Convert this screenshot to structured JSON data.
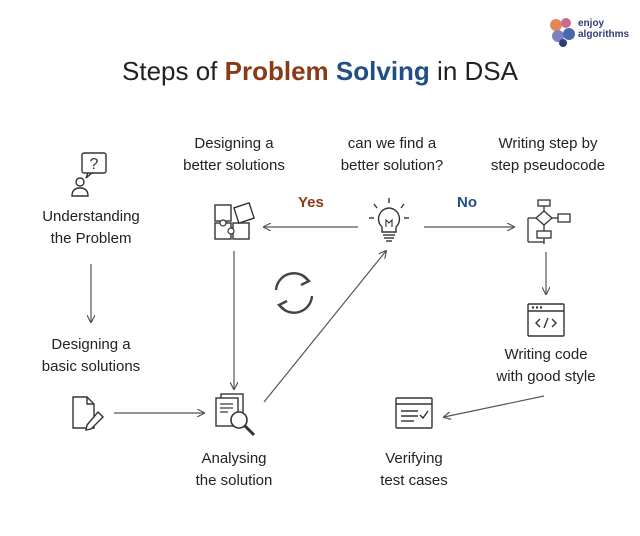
{
  "logo": {
    "line1": "enjoy",
    "line2": "algorithms"
  },
  "title": {
    "prefix": "Steps of ",
    "word1": "Problem",
    "word2": "Solving",
    "suffix": " in DSA"
  },
  "steps": {
    "understanding": {
      "line1": "Understanding",
      "line2": "the Problem",
      "icon": "question-person-icon"
    },
    "basic": {
      "line1": "Designing a",
      "line2": "basic solutions",
      "icon": "document-pencil-icon"
    },
    "analysing": {
      "line1": "Analysing",
      "line2": "the solution",
      "icon": "document-magnifier-icon"
    },
    "better": {
      "line1": "Designing a",
      "line2": "better solutions",
      "icon": "puzzle-icon"
    },
    "find_better": {
      "line1": "can we find a",
      "line2": "better solution?",
      "icon": "lightbulb-icon"
    },
    "pseudocode": {
      "line1": "Writing step by",
      "line2": "step pseudocode",
      "icon": "flowchart-icon"
    },
    "code": {
      "line1": "Writing code",
      "line2": "with good style",
      "icon": "code-window-icon"
    },
    "verify": {
      "line1": "Verifying",
      "line2": "test cases",
      "icon": "checklist-window-icon"
    }
  },
  "edges": {
    "yes": "Yes",
    "no": "No"
  },
  "colors": {
    "accent_red": "#8a3a17",
    "accent_blue": "#1f4f86",
    "line": "#555555"
  }
}
